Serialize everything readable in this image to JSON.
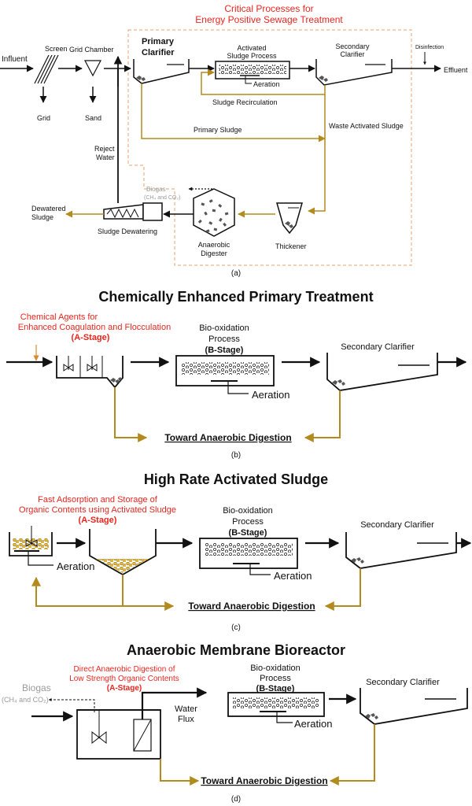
{
  "panel_a": {
    "critical_title_1": "Critical Processes for",
    "critical_title_2": "Energy Positive Sewage Treatment",
    "influent": "Influent",
    "screen": "Screen",
    "grid_chamber": "Grid Chamber",
    "grid": "Grid",
    "sand": "Sand",
    "primary_clarifier_1": "Primary",
    "primary_clarifier_2": "Clarifier",
    "activated_1": "Activated",
    "activated_2": "Sludge Process",
    "aeration": "Aeration",
    "secondary_1": "Secondary",
    "secondary_2": "Clarifier",
    "disinfection": "Disinfection",
    "effluent": "Effluent",
    "sludge_recirculation": "Sludge Recirculation",
    "primary_sludge": "Primary Sludge",
    "waste_activated_sludge": "Waste Activated Sludge",
    "reject_1": "Reject",
    "reject_2": "Water",
    "biogas": "Biogas",
    "biogas_sub": "(CH₄ and CO₂)",
    "dewatered_1": "Dewatered",
    "dewatered_2": "Sludge",
    "sludge_dewatering": "Sludge Dewatering",
    "anaerobic_1": "Anaerobic",
    "anaerobic_2": "Digester",
    "thickener": "Thickener",
    "caption": "(a)"
  },
  "panel_b": {
    "title": "Chemically Enhanced Primary Treatment",
    "agents_1": "Chemical Agents for",
    "agents_2": "Enhanced Coagulation and Flocculation",
    "a_stage": "(A-Stage)",
    "bio_1": "Bio-oxidation",
    "bio_2": "Process",
    "b_stage": "(B-Stage)",
    "aeration": "Aeration",
    "secondary": "Secondary  Clarifier",
    "toward": "Toward Anaerobic Digestion",
    "caption": "(b)"
  },
  "panel_c": {
    "title": "High Rate Activated Sludge",
    "fast_1": "Fast Adsorption and Storage of",
    "fast_2": "Organic Contents using Activated Sludge",
    "a_stage": "(A-Stage)",
    "bio_1": "Bio-oxidation",
    "bio_2": "Process",
    "b_stage": "(B-Stage)",
    "aeration_left": "Aeration",
    "aeration_right": "Aeration",
    "secondary": "Secondary  Clarifier",
    "toward": "Toward Anaerobic Digestion",
    "caption": "(c)"
  },
  "panel_d": {
    "title": "Anaerobic Membrane Bioreactor",
    "direct_1": "Direct Anaerobic Digestion of",
    "direct_2": "Low Strength Organic Contents",
    "a_stage": "(A-Stage)",
    "biogas": "Biogas",
    "biogas_sub": "(CH₄ and CO₂)",
    "water_1": "Water",
    "water_2": "Flux",
    "bio_1": "Bio-oxidation",
    "bio_2": "Process",
    "b_stage": "(B-Stage)",
    "aeration": "Aeration",
    "secondary": "Secondary  Clarifier",
    "toward": "Toward Anaerobic Digestion",
    "caption": "(d)"
  },
  "colors": {
    "accent_red": "#e8251f",
    "sludge_line": "#b38a1d",
    "ink": "#111111",
    "muted": "#9a9a9a"
  }
}
